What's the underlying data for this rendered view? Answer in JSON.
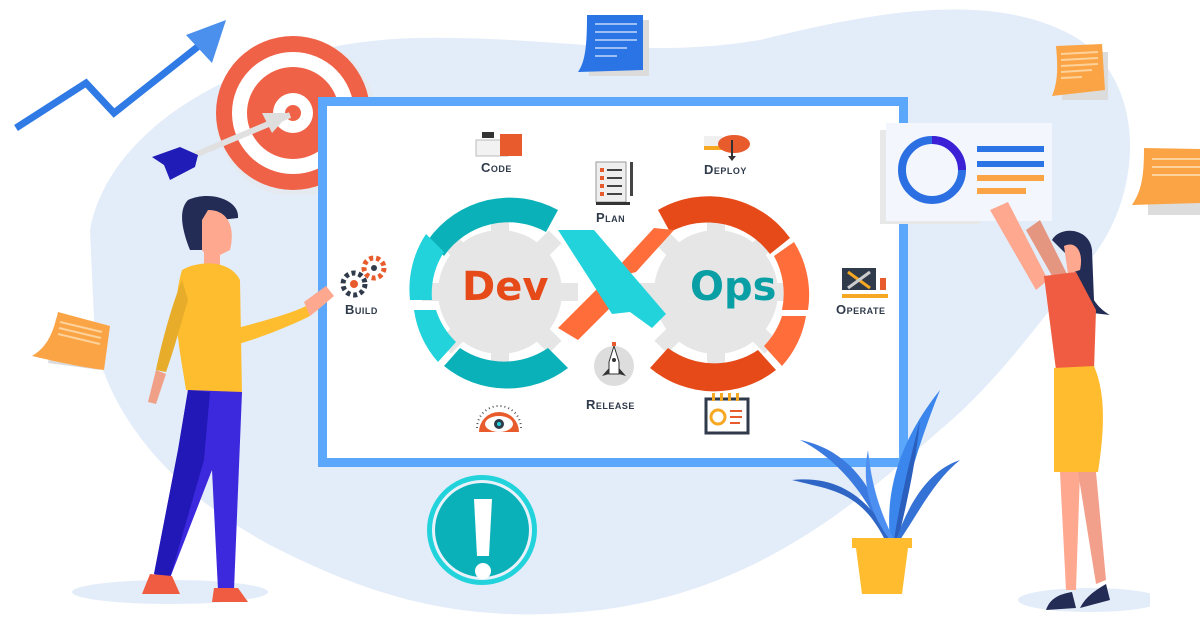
{
  "diagram": {
    "title_left": "Dev",
    "title_right": "Ops",
    "colors": {
      "dev_loop_dark": "#0bb1b9",
      "dev_loop_light": "#22d3dc",
      "ops_loop_dark": "#e64a19",
      "ops_loop_light": "#ff6d3a",
      "dev_text": "#e64a19",
      "ops_text": "#0a9ea5",
      "gear": "#e6e6e6",
      "board_border": "#5ba7fb",
      "blob_bg": "#e3ecf9"
    },
    "stages": [
      {
        "id": "plan",
        "label": "Plan",
        "icon": "checklist-scroll-icon"
      },
      {
        "id": "code",
        "label": "Code",
        "icon": "keyboard-code-icon"
      },
      {
        "id": "build",
        "label": "Build",
        "icon": "gears-icon"
      },
      {
        "id": "test",
        "label": "",
        "icon": "eye-gear-icon"
      },
      {
        "id": "release",
        "label": "Release",
        "icon": "rocket-icon"
      },
      {
        "id": "deploy",
        "label": "Deploy",
        "icon": "cloud-upload-icon"
      },
      {
        "id": "operate",
        "label": "Operate",
        "icon": "toolbox-icon"
      },
      {
        "id": "monitor",
        "label": "",
        "icon": "calendar-dashboard-icon"
      }
    ]
  },
  "decorations": {
    "trend_arrow": "trend-up-arrow-icon",
    "target": "bullseye-target-icon",
    "alert": "exclamation-icon",
    "plant": "potted-plant-icon",
    "chart_card": "donut-chart-card-icon",
    "notes": [
      "sticky-note-blue",
      "sticky-note-orange-top-right",
      "sticky-note-orange-right",
      "sticky-note-orange-left"
    ],
    "people": [
      "man-yellow-sweater",
      "woman-orange-top"
    ]
  }
}
